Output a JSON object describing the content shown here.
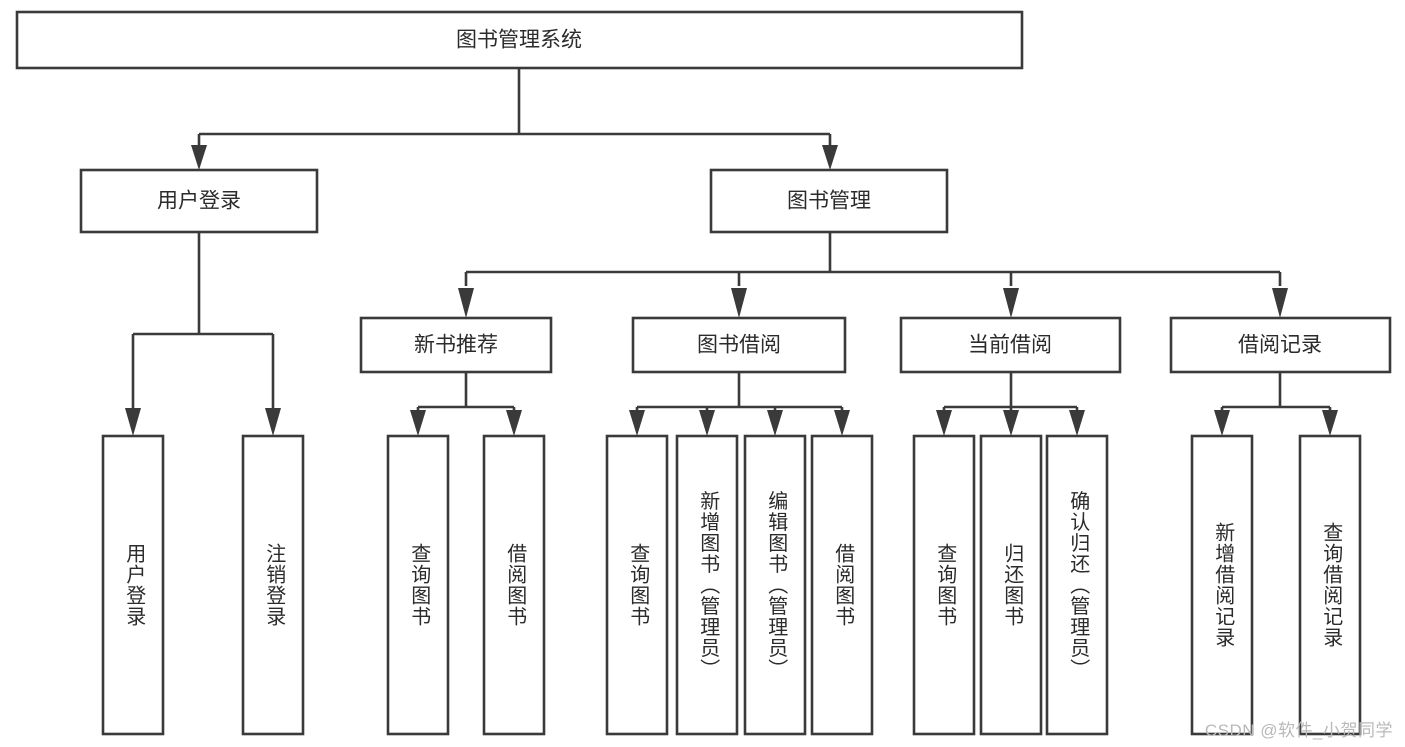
{
  "diagram": {
    "title": "图书管理系统",
    "type": "tree-hierarchy-chart",
    "orientation": "top-down",
    "colors": {
      "box_stroke": "#3a3a3a",
      "box_fill": "#ffffff",
      "connector": "#3a3a3a",
      "text": "#2b2b2b",
      "watermark": "#b9b9b9",
      "background": "#ffffff"
    },
    "root": {
      "id": "root",
      "label": "图书管理系统",
      "level": 1
    },
    "level2": [
      {
        "id": "user-login",
        "label": "用户登录",
        "level": 2
      },
      {
        "id": "book-manage",
        "label": "图书管理",
        "level": 2
      }
    ],
    "level3": [
      {
        "id": "new-book-rec",
        "label": "新书推荐",
        "level": 3,
        "parent": "book-manage"
      },
      {
        "id": "book-borrow",
        "label": "图书借阅",
        "level": 3,
        "parent": "book-manage"
      },
      {
        "id": "current-borrow",
        "label": "当前借阅",
        "level": 3,
        "parent": "book-manage"
      },
      {
        "id": "borrow-record",
        "label": "借阅记录",
        "level": 3,
        "parent": "book-manage"
      }
    ],
    "leaves": [
      {
        "id": "leaf-user-login",
        "label": "用户登录",
        "parent": "user-login"
      },
      {
        "id": "leaf-logout-login",
        "label": "注销登录",
        "parent": "user-login"
      },
      {
        "id": "leaf-query-book-1",
        "label": "查询图书",
        "parent": "new-book-rec"
      },
      {
        "id": "leaf-borrow-book-1",
        "label": "借阅图书",
        "parent": "new-book-rec"
      },
      {
        "id": "leaf-query-book-2",
        "label": "查询图书",
        "parent": "book-borrow"
      },
      {
        "id": "leaf-add-book",
        "label": "新增图书（管理员）",
        "parent": "book-borrow"
      },
      {
        "id": "leaf-edit-book",
        "label": "编辑图书（管理员）",
        "parent": "book-borrow"
      },
      {
        "id": "leaf-borrow-book-2",
        "label": "借阅图书",
        "parent": "book-borrow"
      },
      {
        "id": "leaf-query-book-3",
        "label": "查询图书",
        "parent": "current-borrow"
      },
      {
        "id": "leaf-return-book",
        "label": "归还图书",
        "parent": "current-borrow"
      },
      {
        "id": "leaf-confirm-return",
        "label": "确认归还（管理员）",
        "parent": "current-borrow"
      },
      {
        "id": "leaf-add-record",
        "label": "新增借阅记录",
        "parent": "borrow-record"
      },
      {
        "id": "leaf-query-record",
        "label": "查询借阅记录",
        "parent": "borrow-record"
      }
    ],
    "watermark": "CSDN @软件_小贺同学"
  }
}
